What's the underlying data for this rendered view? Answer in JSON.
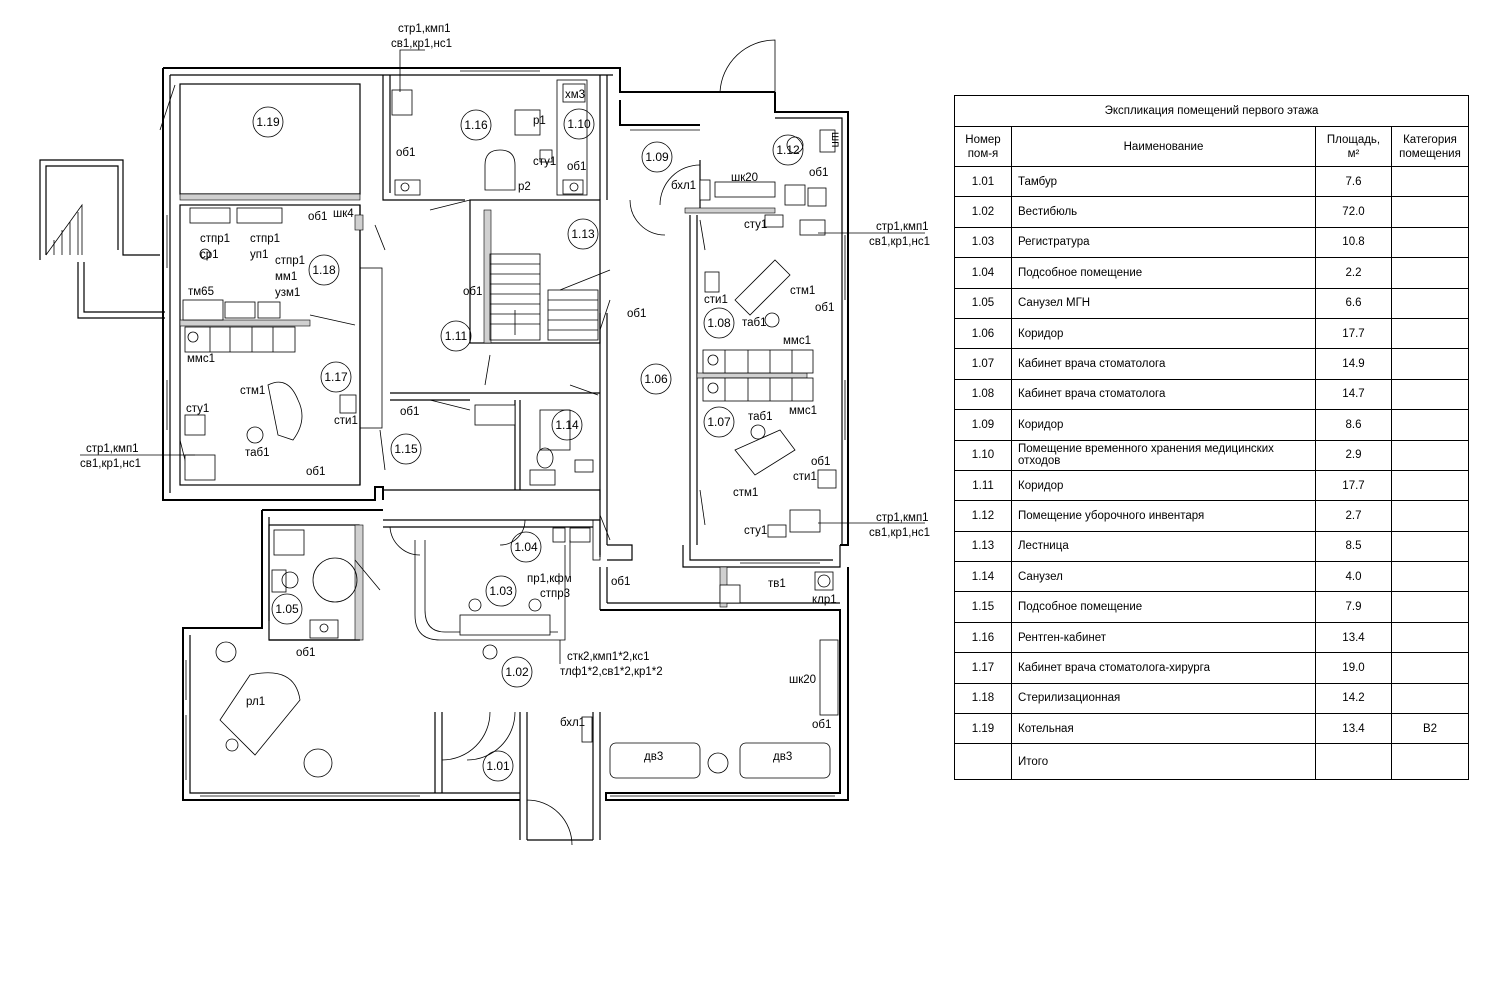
{
  "explication": {
    "title": "Экспликация помещений первого этажа",
    "headers": {
      "number": "Номер пом-я",
      "name": "Наименование",
      "area": "Площадь, м²",
      "category": "Категория помещения"
    },
    "rows": [
      {
        "num": "1.01",
        "name": "Тамбур",
        "area": "7.6",
        "cat": ""
      },
      {
        "num": "1.02",
        "name": "Вестибюль",
        "area": "72.0",
        "cat": ""
      },
      {
        "num": "1.03",
        "name": "Регистратура",
        "area": "10.8",
        "cat": ""
      },
      {
        "num": "1.04",
        "name": "Подсобное помещение",
        "area": "2.2",
        "cat": ""
      },
      {
        "num": "1.05",
        "name": "Санузел МГН",
        "area": "6.6",
        "cat": ""
      },
      {
        "num": "1.06",
        "name": "Коридор",
        "area": "17.7",
        "cat": ""
      },
      {
        "num": "1.07",
        "name": "Кабинет врача стоматолога",
        "area": "14.9",
        "cat": ""
      },
      {
        "num": "1.08",
        "name": "Кабинет врача стоматолога",
        "area": "14.7",
        "cat": ""
      },
      {
        "num": "1.09",
        "name": "Коридор",
        "area": "8.6",
        "cat": ""
      },
      {
        "num": "1.10",
        "name": "Помещение временного хранения медицинских отходов",
        "area": "2.9",
        "cat": ""
      },
      {
        "num": "1.11",
        "name": "Коридор",
        "area": "17.7",
        "cat": ""
      },
      {
        "num": "1.12",
        "name": "Помещение уборочного инвентаря",
        "area": "2.7",
        "cat": ""
      },
      {
        "num": "1.13",
        "name": "Лестница",
        "area": "8.5",
        "cat": ""
      },
      {
        "num": "1.14",
        "name": "Санузел",
        "area": "4.0",
        "cat": ""
      },
      {
        "num": "1.15",
        "name": "Подсобное помещение",
        "area": "7.9",
        "cat": ""
      },
      {
        "num": "1.16",
        "name": "Рентген-кабинет",
        "area": "13.4",
        "cat": ""
      },
      {
        "num": "1.17",
        "name": "Кабинет врача стоматолога-хирурга",
        "area": "19.0",
        "cat": ""
      },
      {
        "num": "1.18",
        "name": "Стерилизационная",
        "area": "14.2",
        "cat": ""
      },
      {
        "num": "1.19",
        "name": "Котельная",
        "area": "13.4",
        "cat": "В2"
      }
    ],
    "total_label": "Итого"
  },
  "plan": {
    "rooms": [
      "1.01",
      "1.02",
      "1.03",
      "1.04",
      "1.05",
      "1.06",
      "1.07",
      "1.08",
      "1.09",
      "1.10",
      "1.11",
      "1.12",
      "1.13",
      "1.14",
      "1.15",
      "1.16",
      "1.17",
      "1.18",
      "1.19"
    ],
    "equipment_labels": {
      "str_kmp": "стр1,кмп1",
      "sv_kr_ns": "св1,кр1,нс1",
      "ob1": "об1",
      "r1": "р1",
      "r2": "р2",
      "stu1": "сту1",
      "xm3": "хм3",
      "bxl1": "бхл1",
      "shk20": "шк20",
      "shp": "шп",
      "shk4": "шк4",
      "stpr1": "стпр1",
      "sr1": "ср1",
      "up1": "уп1",
      "mm1": "мм1",
      "uzm1": "узм1",
      "tm65": "тм65",
      "mms1": "ммс1",
      "stm1": "стм1",
      "sti1": "сти1",
      "tab1": "таб1",
      "pr_kfm": "пр1,кфм",
      "stpr3": "стпр3",
      "stk_kmp_ks": "стк2,кмп1*2,кс1",
      "tlf_sv_kr": "тлф1*2,св1*2,кр1*2",
      "tv1": "тв1",
      "klr1": "клр1",
      "rl1": "рл1",
      "dv3": "дв3"
    }
  }
}
